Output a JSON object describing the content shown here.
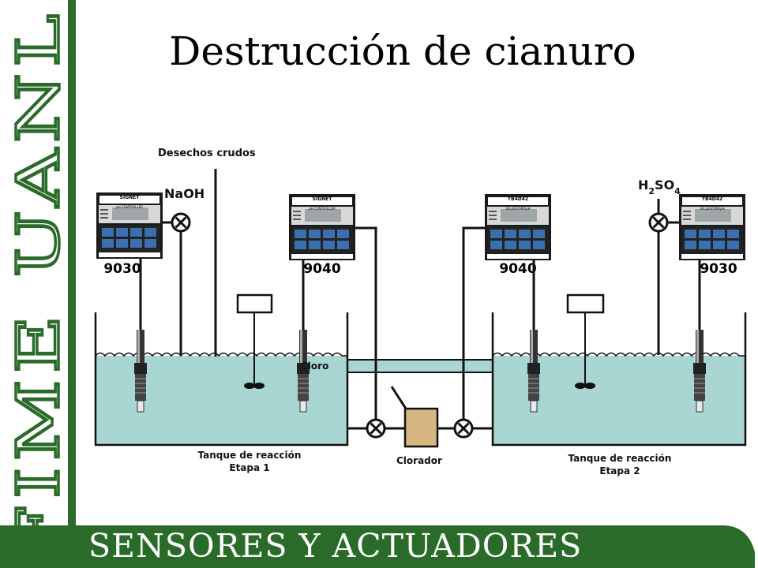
{
  "title": "Destrucción de cianuro",
  "footer": "SENSORES Y ACTUADORES",
  "sidebar_logo": "FIME UANL",
  "labels": {
    "raw_waste": "Desechos crudos",
    "naoh": "NaOH",
    "h2so4": {
      "h": "H",
      "two": "2",
      "so": "SO",
      "four": "4"
    },
    "chlorine": "Cloro",
    "chlorinator": "Clorador",
    "tank1_line1": "Tanque de reacción",
    "tank1_line2": "Etapa 1",
    "tank2_line1": "Tanque de reacción",
    "tank2_line2": "Etapa 2"
  },
  "controllers": [
    {
      "brand": "SIGNET",
      "subtitle": "pH CONTROLLER",
      "model": "9030"
    },
    {
      "brand": "SIGNET",
      "subtitle": "pH CONTROLLER",
      "model": "9040"
    },
    {
      "brand": "TB4D42",
      "subtitle": "SELLER/ORP/pH",
      "model": "9040"
    },
    {
      "brand": "TB4D42",
      "subtitle": "SELLER/ORP/pH",
      "model": "9030"
    }
  ],
  "colors": {
    "green": "#2a6b2a",
    "water": "#a9d5d3",
    "chlorinator": "#d6b683",
    "panel_key": "#3b6fb0"
  }
}
